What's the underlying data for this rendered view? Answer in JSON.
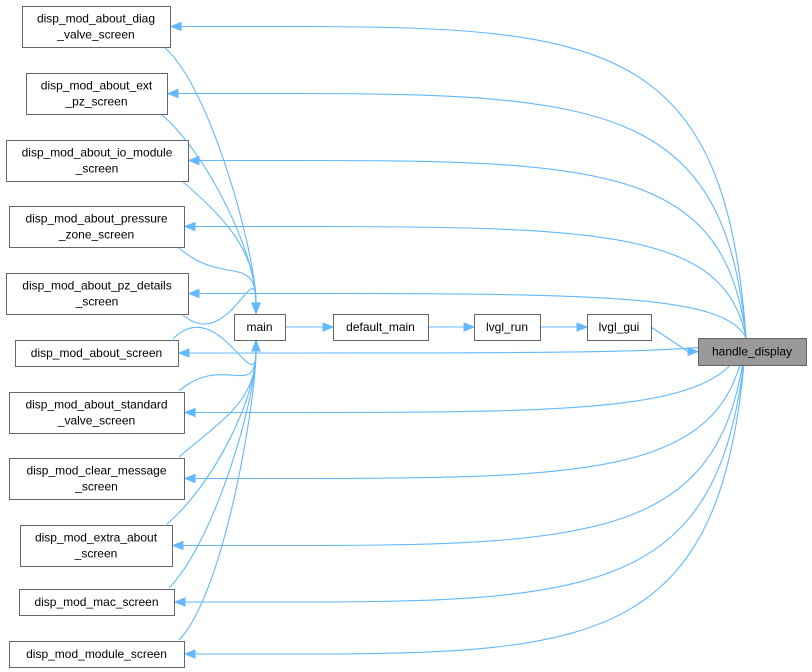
{
  "diagram": {
    "nodes": [
      {
        "id": "handle_display",
        "lines": [
          "handle_display"
        ]
      },
      {
        "id": "lvgl_gui",
        "lines": [
          "lvgl_gui"
        ]
      },
      {
        "id": "lvgl_run",
        "lines": [
          "lvgl_run"
        ]
      },
      {
        "id": "default_main",
        "lines": [
          "default_main"
        ]
      },
      {
        "id": "main",
        "lines": [
          "main"
        ]
      },
      {
        "id": "diag_valve",
        "lines": [
          "disp_mod_about_diag",
          "_valve_screen"
        ]
      },
      {
        "id": "ext_pz",
        "lines": [
          "disp_mod_about_ext",
          "_pz_screen"
        ]
      },
      {
        "id": "io_module",
        "lines": [
          "disp_mod_about_io_module",
          "_screen"
        ]
      },
      {
        "id": "pressure_zone",
        "lines": [
          "disp_mod_about_pressure",
          "_zone_screen"
        ]
      },
      {
        "id": "pz_details",
        "lines": [
          "disp_mod_about_pz_details",
          "_screen"
        ]
      },
      {
        "id": "about_screen",
        "lines": [
          "disp_mod_about_screen"
        ]
      },
      {
        "id": "standard_valve",
        "lines": [
          "disp_mod_about_standard",
          "_valve_screen"
        ]
      },
      {
        "id": "clear_message",
        "lines": [
          "disp_mod_clear_message",
          "_screen"
        ]
      },
      {
        "id": "extra_about",
        "lines": [
          "disp_mod_extra_about",
          "_screen"
        ]
      },
      {
        "id": "mac_screen",
        "lines": [
          "disp_mod_mac_screen"
        ]
      },
      {
        "id": "module_screen",
        "lines": [
          "disp_mod_module_screen"
        ]
      }
    ],
    "edges": [
      {
        "from": "lvgl_gui",
        "to": "handle_display"
      },
      {
        "from": "lvgl_run",
        "to": "lvgl_gui"
      },
      {
        "from": "default_main",
        "to": "lvgl_run"
      },
      {
        "from": "main",
        "to": "default_main"
      },
      {
        "from": "diag_valve",
        "to": "main"
      },
      {
        "from": "ext_pz",
        "to": "main"
      },
      {
        "from": "io_module",
        "to": "main"
      },
      {
        "from": "pressure_zone",
        "to": "main"
      },
      {
        "from": "pz_details",
        "to": "main"
      },
      {
        "from": "about_screen",
        "to": "main"
      },
      {
        "from": "standard_valve",
        "to": "main"
      },
      {
        "from": "clear_message",
        "to": "main"
      },
      {
        "from": "extra_about",
        "to": "main"
      },
      {
        "from": "mac_screen",
        "to": "main"
      },
      {
        "from": "module_screen",
        "to": "main"
      },
      {
        "from": "handle_display",
        "to": "diag_valve"
      },
      {
        "from": "handle_display",
        "to": "ext_pz"
      },
      {
        "from": "handle_display",
        "to": "io_module"
      },
      {
        "from": "handle_display",
        "to": "pressure_zone"
      },
      {
        "from": "handle_display",
        "to": "pz_details"
      },
      {
        "from": "handle_display",
        "to": "about_screen"
      },
      {
        "from": "handle_display",
        "to": "standard_valve"
      },
      {
        "from": "handle_display",
        "to": "clear_message"
      },
      {
        "from": "handle_display",
        "to": "extra_about"
      },
      {
        "from": "handle_display",
        "to": "mac_screen"
      },
      {
        "from": "handle_display",
        "to": "module_screen"
      }
    ],
    "focus_node": "handle_display",
    "colors": {
      "edge": "#63b8ff",
      "focus_fill": "#999999",
      "border": "#666666"
    }
  }
}
